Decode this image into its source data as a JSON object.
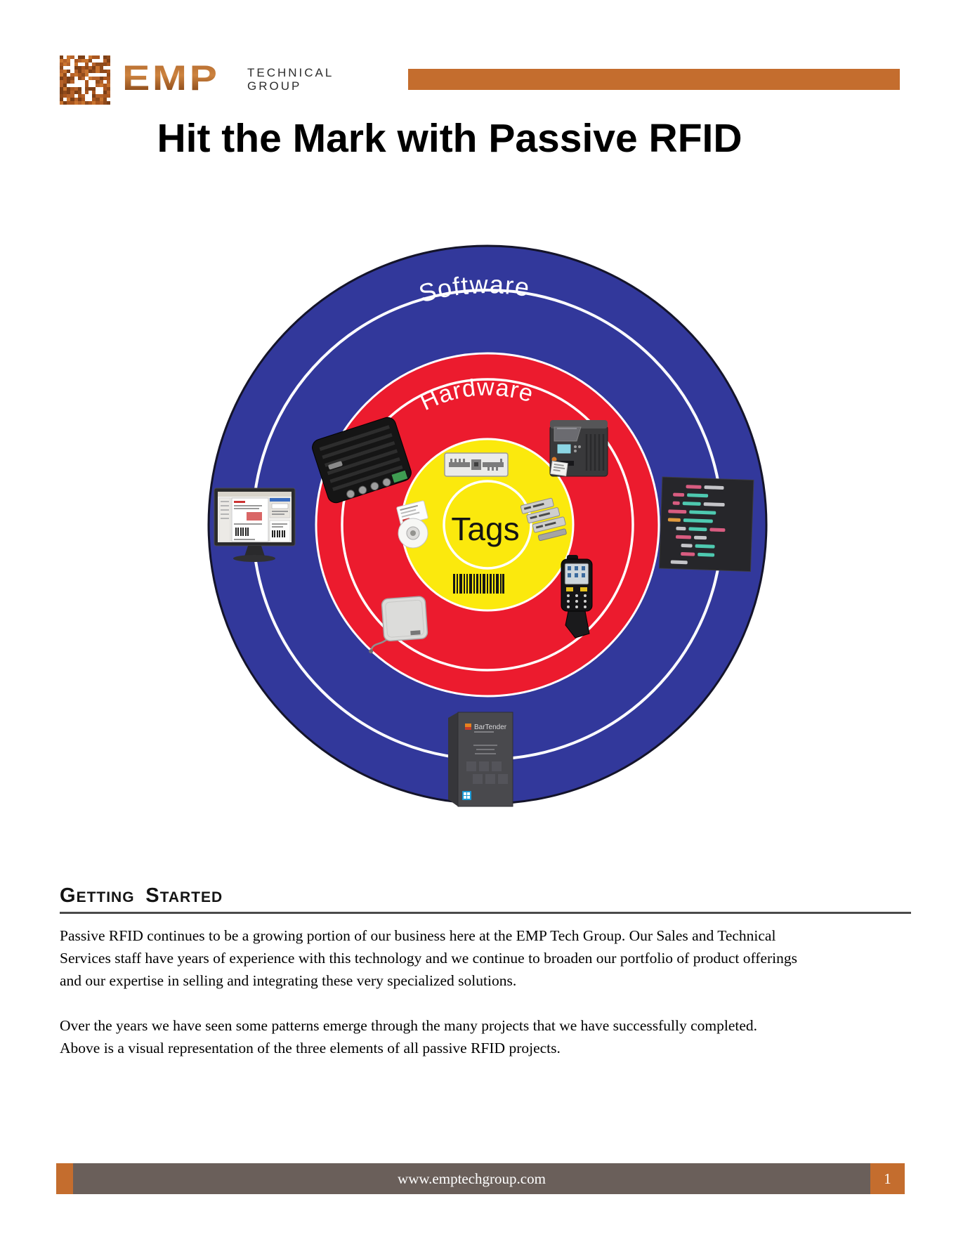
{
  "header": {
    "logo_text": "EMP",
    "logo_subtitle_line1": "TECHNICAL",
    "logo_subtitle_line2": "GROUP",
    "accent_bar_color": "#c46d2e"
  },
  "title": "Hit the Mark with Passive RFID",
  "diagram": {
    "rings": [
      {
        "label": "Software",
        "color": "#32389b"
      },
      {
        "label": "Hardware",
        "color": "#ec1b2e"
      },
      {
        "label": "Tags",
        "color": "#fbe90d"
      }
    ],
    "bartender_label": "BarTender",
    "products": [
      "label-software-monitor",
      "fixed-rfid-reader",
      "rfid-inlay-tag",
      "industrial-rfid-printer",
      "software-code-screen",
      "label-roll",
      "metal-rfid-tags",
      "handheld-rfid-reader",
      "barcode-label",
      "rfid-antenna-panel",
      "bartender-software-box"
    ]
  },
  "section": {
    "heading": {
      "word1": "Getting",
      "word2": "Started"
    },
    "paragraph1_lines": [
      "Passive RFID continues to be a growing portion of our business here at the EMP Tech Group. Our Sales and Technical",
      "Services staff have years of experience with this technology and we continue to broaden our portfolio of product offerings",
      "and our expertise in selling and integrating these very specialized solutions."
    ],
    "paragraph2_lines": [
      "Over the years we have seen some patterns emerge through the many projects that we have successfully completed.",
      "Above is a visual representation of the three elements of all passive RFID projects."
    ]
  },
  "footer": {
    "url": "www.emptechgroup.com",
    "page_number": "1",
    "bar_color": "#6a5f5a",
    "accent_color": "#c46d2e"
  }
}
